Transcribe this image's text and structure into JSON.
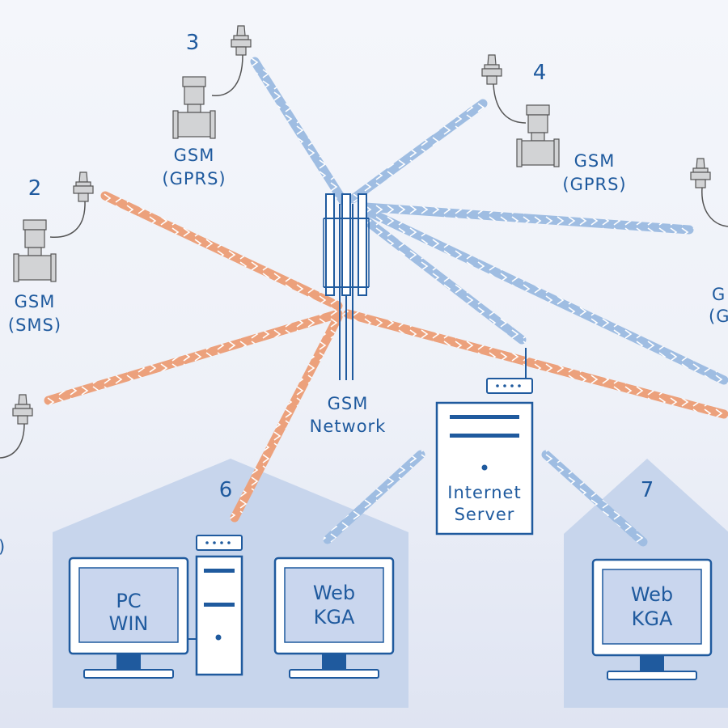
{
  "colors": {
    "primary": "#1f5a9e",
    "gprs_link": "#9fbde2",
    "sms_link": "#eca17c",
    "house": "#c7d5ec",
    "device": "#cfd0d2"
  },
  "icons": [
    "gsm-antenna-icon",
    "flow-meter-icon",
    "cell-tower-icon",
    "server-icon",
    "monitor-icon",
    "house-icon"
  ],
  "meters": [
    {
      "number": "3",
      "mode_line1": "GSM",
      "mode_line2": "(GPRS)"
    },
    {
      "number": "4",
      "mode_line1": "GSM",
      "mode_line2": "(GPRS)"
    },
    {
      "number": "2",
      "mode_line1": "GSM",
      "mode_line2": "(SMS)"
    },
    {
      "mode_line1": "G",
      "mode_line2": "(G"
    }
  ],
  "partial_label": ")",
  "network": {
    "line1": "GSM",
    "line2": "Network"
  },
  "server": {
    "line1": "Internet",
    "line2": "Server"
  },
  "sites": [
    {
      "number": "6",
      "screens": [
        {
          "line1": "PC",
          "line2": "WIN"
        },
        {
          "line1": "Web",
          "line2": "KGA"
        }
      ]
    },
    {
      "number": "7",
      "screens": [
        {
          "line1": "Web",
          "line2": "KGA"
        }
      ]
    }
  ]
}
